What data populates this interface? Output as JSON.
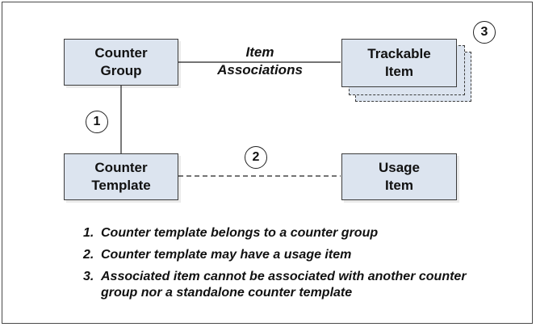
{
  "nodes": {
    "counter_group": {
      "line1": "Counter",
      "line2": "Group"
    },
    "trackable_item": {
      "line1": "Trackable",
      "line2": "Item"
    },
    "counter_template": {
      "line1": "Counter",
      "line2": "Template"
    },
    "usage_item": {
      "line1": "Usage",
      "line2": "Item"
    }
  },
  "edges": {
    "item_associations": {
      "line1": "Item",
      "line2": "Associations"
    }
  },
  "markers": {
    "one": "1",
    "two": "2",
    "three": "3"
  },
  "notes": [
    {
      "number": "1.",
      "text": "Counter template belongs to a counter group"
    },
    {
      "number": "2.",
      "text": "Counter template may have a usage item"
    },
    {
      "number": "3.",
      "text": "Associated item cannot be associated with another counter group nor a standalone counter template"
    }
  ]
}
